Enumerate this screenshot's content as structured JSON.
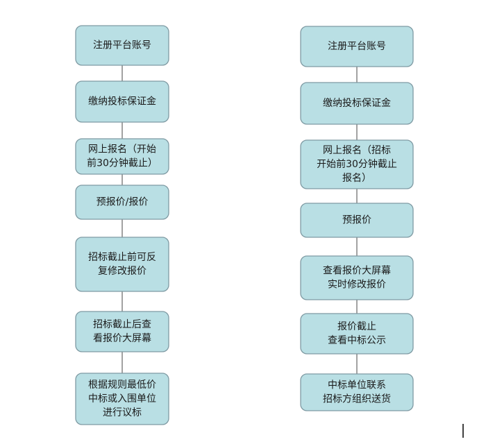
{
  "flows": [
    {
      "id": "left",
      "steps": [
        [
          "注册平台账号"
        ],
        [
          "缴纳投标保证金"
        ],
        [
          "网上报名（开始",
          "前30分钟截止）"
        ],
        [
          "预报价/报价"
        ],
        [
          "招标截止前可反",
          "复修改报价"
        ],
        [
          "招标截止后查",
          "看报价大屏幕"
        ],
        [
          "根据规则最低价",
          "中标或入围单位",
          "进行议标"
        ]
      ]
    },
    {
      "id": "right",
      "steps": [
        [
          "注册平台账号"
        ],
        [
          "缴纳投标保证金"
        ],
        [
          "网上报名（招标",
          "开始前30分钟截止",
          "报名）"
        ],
        [
          "预报价"
        ],
        [
          "查看报价大屏幕",
          "实时修改报价"
        ],
        [
          "报价截止",
          "查看中标公示"
        ],
        [
          "中标单位联系",
          "招标方组织送货"
        ]
      ]
    }
  ],
  "colors": {
    "box_fill": "#b9dfe4",
    "box_stroke": "#7f9aa3",
    "connector": "#6f6f6f"
  }
}
